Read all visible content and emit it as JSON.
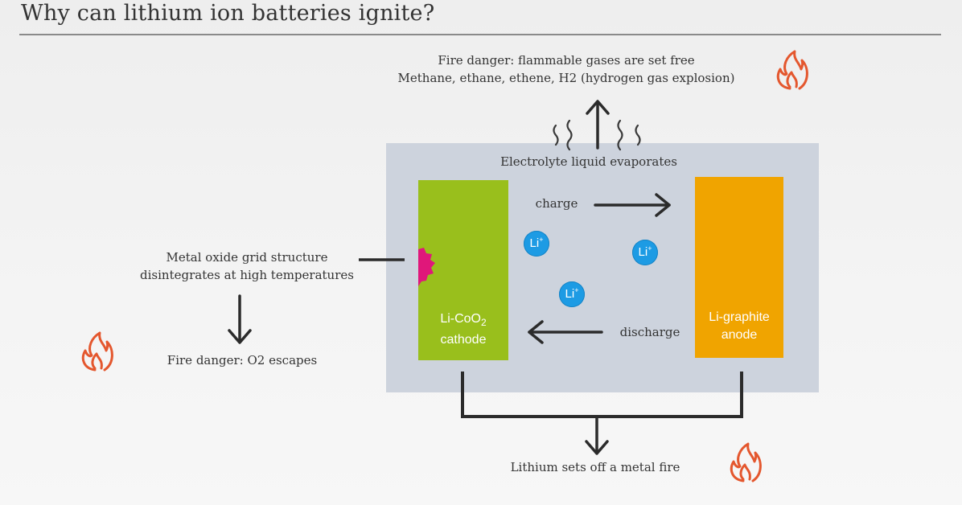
{
  "title": "Why can lithium ion batteries ignite?",
  "top_note": {
    "line1": "Fire danger: flammable gases are set free",
    "line2": "Methane, ethane, ethene, H2 (hydrogen gas explosion)"
  },
  "electrolyte_label": "Electrolyte liquid evaporates",
  "charge_label": "charge",
  "discharge_label": "discharge",
  "cathode": {
    "line1": "Li-CoO",
    "subscript": "2",
    "line2": "cathode"
  },
  "anode": {
    "line1": "Li-graphite",
    "line2": "anode"
  },
  "ions": [
    {
      "label": "Li",
      "charge": "+"
    },
    {
      "label": "Li",
      "charge": "+"
    },
    {
      "label": "Li",
      "charge": "+"
    }
  ],
  "left_note": {
    "line1": "Metal oxide grid structure",
    "line2": "disintegrates at high temperatures"
  },
  "left_fire_note": "Fire danger: O2 escapes",
  "bottom_note": "Lithium sets off a metal fire",
  "icons": [
    "flame-icon",
    "flame-icon",
    "flame-icon",
    "arrow-up-icon",
    "arrow-down-icon",
    "arrow-right-icon",
    "arrow-left-icon",
    "heat-wave-icon"
  ],
  "colors": {
    "cathode": "#99bf1c",
    "anode": "#f0a400",
    "battery_box": "#cdd3dd",
    "ion": "#1d9be4",
    "flame": "#e4572e",
    "damage": "#e0177a"
  }
}
